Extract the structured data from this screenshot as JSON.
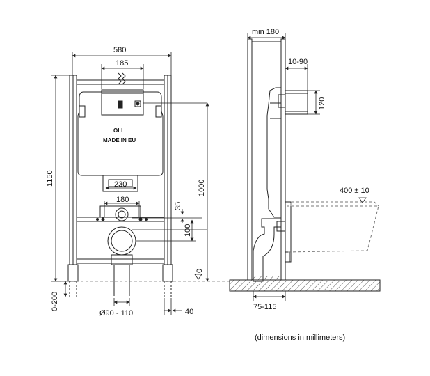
{
  "front_view": {
    "total_width": "580",
    "top_inner_width": "185",
    "height_total": "1150",
    "height_inlet": "1000",
    "bracket_width": "230",
    "bolt_spacing": "180",
    "offset_35": "35",
    "offset_100": "100",
    "zero_label": "0",
    "foot_adjust": "0-200",
    "pipe_diameter": "Ø90 - 110",
    "leg_offset": "40",
    "brand_logo": "OLI",
    "brand_text": "MADE IN EU"
  },
  "side_view": {
    "min_depth": "min 180",
    "button_depth": "10-90",
    "button_height": "120",
    "bowl_height": "400 ± 10",
    "wall_range": "75-115"
  },
  "caption": "(dimensions in millimeters)",
  "colors": {
    "line": "#222222",
    "hatch": "#555555",
    "dash": "#777777"
  }
}
